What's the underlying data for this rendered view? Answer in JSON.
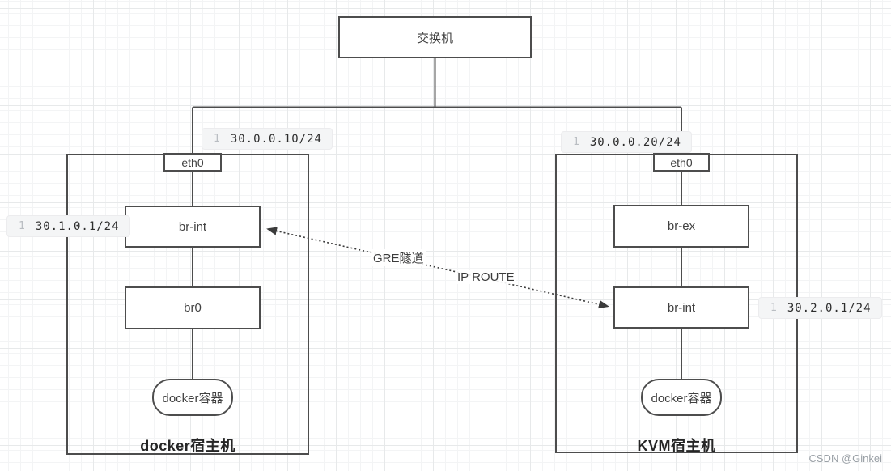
{
  "diagram": {
    "switch": {
      "label": "交换机"
    },
    "docker_host": {
      "title": "docker宿主机",
      "nodes": {
        "eth0": "eth0",
        "br_int": "br-int",
        "br0": "br0",
        "container": "docker容器"
      },
      "ip_eth0": {
        "line_no": "1",
        "value": "30.0.0.10/24"
      },
      "ip_br_int": {
        "line_no": "1",
        "value": "30.1.0.1/24"
      }
    },
    "kvm_host": {
      "title": "KVM宿主机",
      "nodes": {
        "eth0": "eth0",
        "br_ex": "br-ex",
        "br_int": "br-int",
        "container": "docker容器"
      },
      "ip_eth0": {
        "line_no": "1",
        "value": "30.0.0.20/24"
      },
      "ip_br_int": {
        "line_no": "1",
        "value": "30.2.0.1/24"
      }
    },
    "tunnel": {
      "label_gre": "GRE隧道",
      "label_route": "IP ROUTE"
    }
  },
  "watermark": "CSDN @Ginkei",
  "colors": {
    "stroke": "#4d4d4d",
    "chip_bg": "#f4f5f6",
    "chip_line_no": "#b9bdc2",
    "watermark": "#9aa0a6"
  }
}
